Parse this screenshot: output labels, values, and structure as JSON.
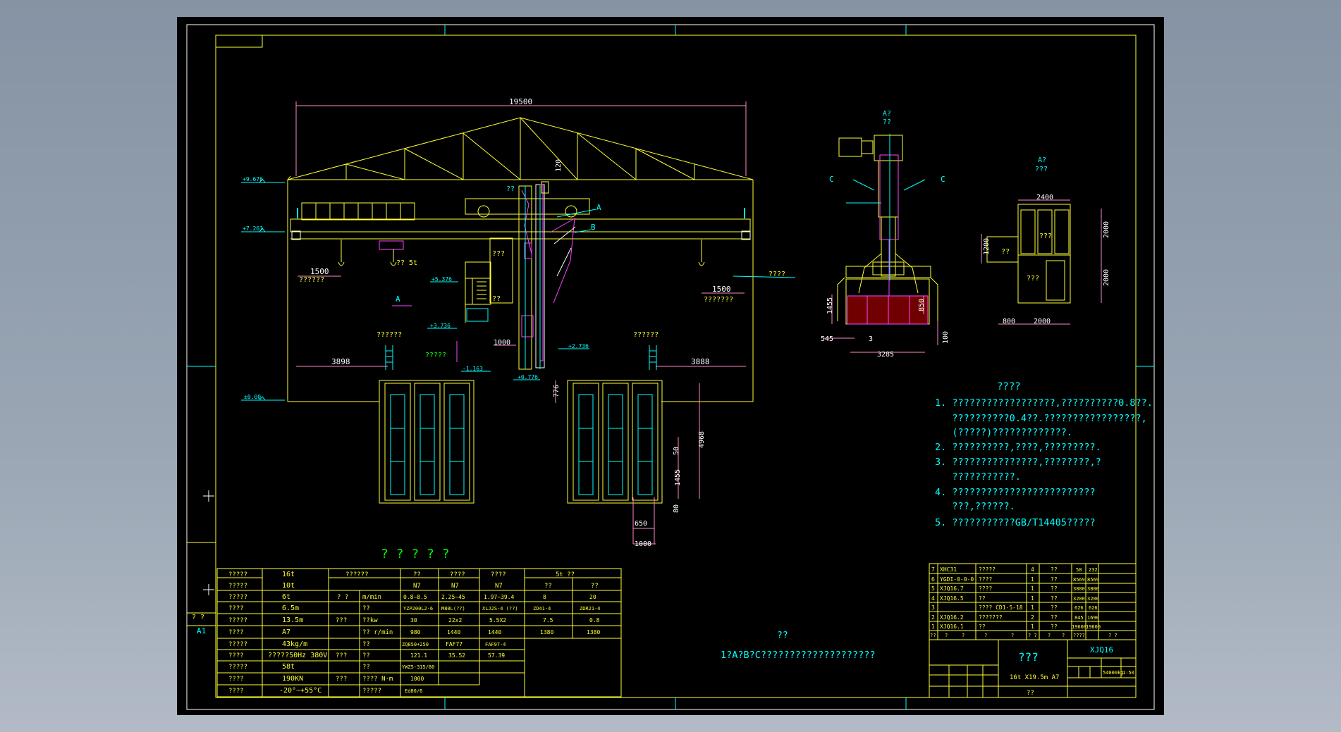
{
  "colors": {
    "background": "#8a98aa",
    "sheet": "#000000",
    "yellow": "#ffff33",
    "white": "#ffffff",
    "cyan": "#00ffff",
    "magenta": "#ff44ff",
    "green": "#33ff33",
    "pink": "#ff88cc"
  },
  "dimensions": {
    "span": "19500",
    "h120": "120",
    "left_hook": "1500",
    "right_hook": "1500",
    "left_rail": "3898",
    "right_rail": "3888",
    "d1000a": "1000",
    "d776": "776",
    "d4968": "4968",
    "d50": "50",
    "d1455a": "1455",
    "d80": "80",
    "d650": "650",
    "d1000b": "1000"
  },
  "elevations": {
    "e1": "+9.676",
    "e2": "+7.263",
    "e3": "±0.00",
    "e4": "+5.376",
    "e5": "+3.736",
    "e6": "+2.736",
    "e7": "-1.163",
    "e8": "+0.776"
  },
  "labels": {
    "crane_left": "??????",
    "crane_right": "???????",
    "cab": "??",
    "hoist": "?? 5t",
    "room": "???",
    "room2": "??",
    "pit_left": "??????",
    "pit_mid": "?????",
    "pit_right": "??????",
    "leader_right": "????",
    "callout_a": "A",
    "callout_b": "B",
    "arrow_a": "A",
    "main_title": "? ? ? ? ?"
  },
  "side_view": {
    "title": "A?",
    "subtitle": "??",
    "c_left": "C",
    "c_right": "C",
    "d1455": "1455",
    "d850": "850",
    "d545": "545",
    "d3": "3",
    "d100": "100",
    "d3285": "3285"
  },
  "cab_view": {
    "title": "A?",
    "subtitle": "???",
    "d2400": "2400",
    "d2000a": "2000",
    "d2000b": "2000",
    "d1200": "1200",
    "d800": "800",
    "d2000c": "2000",
    "lbl_top": "???",
    "lbl_left": "??",
    "lbl_bottom": "???"
  },
  "notes": {
    "heading": "????",
    "lines": [
      "1. ??????????????????,??????????0.8??.",
      "   ??????????0.4??.?????????????????,",
      "   (?????)?????????????.",
      "2. ??????????,????,?????????.",
      "3. ???????????????,????????,?",
      "   ???????????.",
      "4. ?????????????????????????",
      "   ???,??????.",
      "5. ???????????GB/T14405?????"
    ]
  },
  "bottom_note": {
    "title": "??",
    "text": "1?A?B?C????????????????????"
  },
  "spec_table": {
    "rows": [
      [
        "?????",
        "16t"
      ],
      [
        "?????",
        "10t"
      ],
      [
        "?????",
        "6t"
      ],
      [
        "????",
        "6.5m"
      ],
      [
        "?????",
        "13.5m"
      ],
      [
        "????",
        "A7"
      ],
      [
        "?????",
        "43kg/m"
      ],
      [
        "????",
        "?????50Hz 380V"
      ],
      [
        "?????",
        "58t"
      ],
      [
        "????",
        "190KN"
      ],
      [
        "????",
        "-20°~+55°C"
      ]
    ],
    "mech_header": [
      "??????",
      "??",
      "????",
      "????",
      "5t ??"
    ],
    "sub_header": [
      "N7",
      "N7",
      "N7",
      "??",
      "??"
    ],
    "mech_rows": [
      [
        "? ?",
        "m/min",
        "0.8~8.5",
        "2.25~45",
        "1.97~39.4",
        "8",
        "20"
      ],
      [
        "",
        "??",
        "YZP200L2-6",
        "M80L(??)",
        "XLJ2S-4 (??)",
        "ZD41-4",
        "ZDR21-4"
      ],
      [
        "???",
        "??kw",
        "30",
        "22x2",
        "5.5X2",
        "7.5",
        "0.8"
      ],
      [
        "",
        "?? r/min",
        "980",
        "1440",
        "1440",
        "1380",
        "1380"
      ],
      [
        "",
        "??",
        "ZQ850+250",
        "FAF77",
        "FAF97-4",
        "",
        ""
      ],
      [
        "???",
        "??",
        "121.1",
        "35.52",
        "57.39",
        "",
        ""
      ],
      [
        "",
        "??",
        "YWZ5-315/80",
        "",
        "",
        "",
        ""
      ],
      [
        "???",
        "???? N·m",
        "1000",
        "",
        "",
        "",
        ""
      ],
      [
        "",
        "?????",
        "Ed80/6",
        "",
        "",
        "",
        ""
      ]
    ]
  },
  "parts_list": {
    "rows": [
      [
        "7",
        "XHC31",
        "?????",
        "4",
        "??",
        "58",
        "232"
      ],
      [
        "6",
        "YGDI-0-0-0",
        "????",
        "1",
        "??",
        "8569",
        "8569"
      ],
      [
        "5",
        "XJQ16.7",
        "????",
        "1",
        "??",
        "3800",
        "3800"
      ],
      [
        "4",
        "XJQ16.5",
        "??",
        "1",
        "??",
        "3200",
        "3200"
      ],
      [
        "3",
        "",
        "???? CD1-5-18",
        "1",
        "??",
        "626",
        "626"
      ],
      [
        "2",
        "XJQ16.2",
        "???????",
        "2",
        "??",
        "845",
        "1690"
      ],
      [
        "1",
        "XJQ16.1",
        "??",
        "1",
        "??",
        "19600",
        "19600"
      ]
    ],
    "header": [
      "??",
      "?",
      "?",
      "?",
      "?",
      "? ?",
      "?",
      "?",
      "????",
      "? ?"
    ]
  },
  "title_block": {
    "name": "???",
    "code": "XJQ16",
    "spec": "16t X19.5m  A7",
    "weight": "54000kg",
    "scale": "1:50",
    "sheet_size": "A1",
    "side_label": "? ?",
    "bottom": "??"
  }
}
